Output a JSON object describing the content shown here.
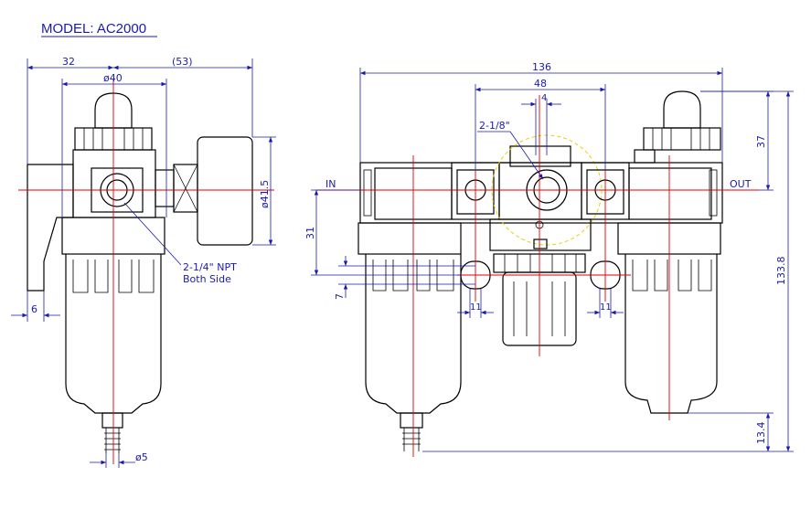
{
  "title": "MODEL: AC2000",
  "side_view": {
    "dims": {
      "d32": "32",
      "d53": "(53)",
      "d40": "ø40",
      "d41_5": "ø41.5",
      "d6": "6",
      "d5": "ø5"
    },
    "port_note_line1": "2-1/4\" NPT",
    "port_note_line2": "Both Side"
  },
  "front_view": {
    "dims": {
      "d136": "136",
      "d48": "48",
      "d4": "4",
      "d37": "37",
      "d31": "31",
      "d7": "7",
      "d11_left": "11",
      "d11_right": "11",
      "d133_8": "133.8",
      "d13_4": "13.4"
    },
    "gauge_port": "2-1/8\"",
    "in_label": "IN",
    "out_label": "OUT"
  },
  "colors": {
    "dimension": "#1a1ab0",
    "centerline": "#e00000",
    "outline": "#000000",
    "hidden": "#e8d000"
  }
}
